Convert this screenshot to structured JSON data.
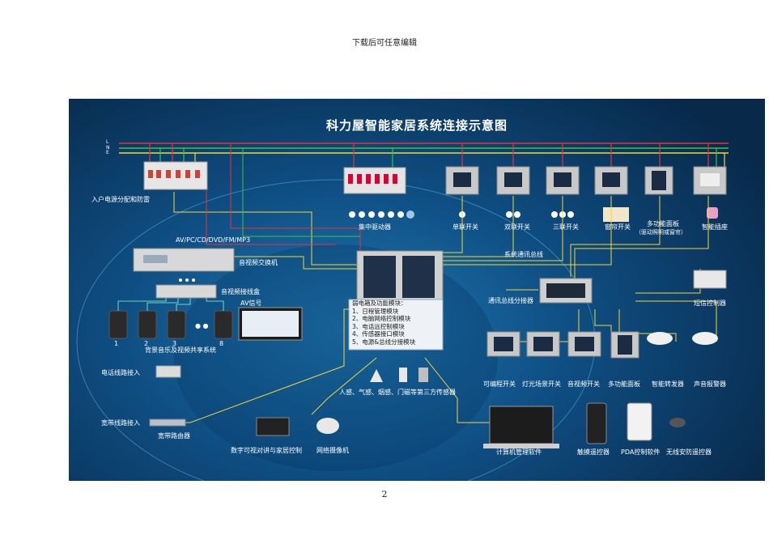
{
  "header": {
    "text": "下载后可任意编辑"
  },
  "footer": {
    "page_number": "2"
  },
  "diagram": {
    "title": "科力屋智能家居系统连接示意图",
    "power_lines": [
      "L",
      "N",
      "E"
    ],
    "labels": {
      "power_box": "入户电源分配和防雷",
      "av_sources": "AV/PC/CD/DVD/FM/MP3",
      "av_switcher": "音视频交换机",
      "av_junction": "音视频接线盒",
      "av_signal": "AV信号",
      "background_music": "背景音乐及视频共享系统",
      "phone_line_in": "电话线路接入",
      "broadband_in": "宽带线路接入",
      "broadband_router": "宽带路由器",
      "video_intercom": "数字可视对讲与家居控制",
      "network_camera": "网络摄像机",
      "central_driver": "集中驱动器",
      "single_switch": "单联开关",
      "double_switch": "双联开关",
      "triple_switch": "三联开关",
      "curtain_switch": "窗帘开关",
      "multi_panel": "多功能面板",
      "multi_panel_sub": "（驱动照明或窗帘）",
      "smart_socket": "智能插座",
      "comm_bus": "系统通讯总线",
      "bus_splitter": "通讯总线分接器",
      "sms_controller": "短信控制器",
      "prog_switch": "可编程开关",
      "scene_switch": "灯光场景开关",
      "av_switch": "音视频开关",
      "multi_panel2": "多功能面板",
      "smart_transponder": "智能转发器",
      "sound_alarm": "声音报警器",
      "sensors": "人感、气感、烟感、门磁等第三方传感器",
      "pc_software": "计算机管理软件",
      "touch_remote": "触摸遥控器",
      "pda_software": "PDA控制软件",
      "wireless_remote": "无线安防遥控器",
      "speaker_numbers": [
        "1",
        "2",
        "3",
        "8"
      ],
      "ellipsis": "● ●"
    },
    "modules": {
      "heading": "弱电箱及功能模块：",
      "items": [
        "1、日程管理模块",
        "2、电脑网络控制模块",
        "3、电话远控制模块",
        "4、传感器接口模块",
        "5、电源&总线分接模块"
      ]
    },
    "colors": {
      "line_L": "#e8333a",
      "line_N": "#3cc24a",
      "line_E": "#f2d83a",
      "bus": "#f2d83a"
    }
  }
}
